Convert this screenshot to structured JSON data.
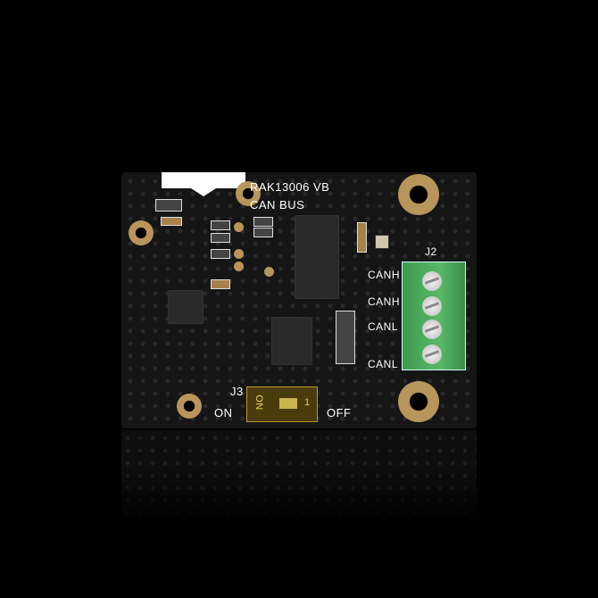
{
  "board": {
    "model": "RAK13006 VB",
    "function": "CAN BUS",
    "colors": {
      "pcb": "#151515",
      "gold": "#b8955a",
      "terminal": "#4caf5c",
      "silkscreen": "#ffffff"
    }
  },
  "connector_j2": {
    "label": "J2",
    "pins": [
      "CANH",
      "CANH",
      "CANL",
      "CANL"
    ]
  },
  "switch_j3": {
    "label": "J3",
    "left_label": "ON",
    "right_label": "OFF",
    "body_text_on": "ON",
    "body_text_num": "1"
  }
}
